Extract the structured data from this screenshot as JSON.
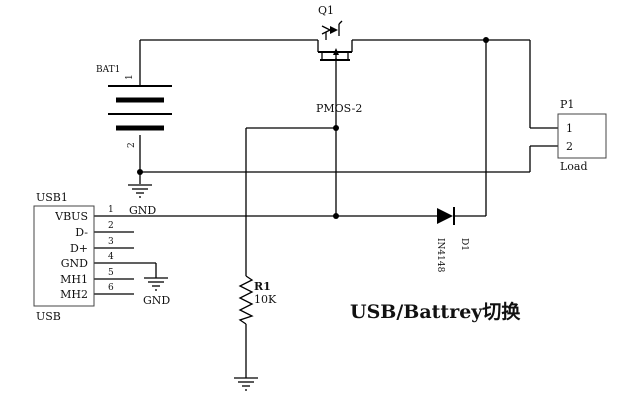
{
  "title": "USB/Battrey切换",
  "components": {
    "q1": {
      "ref": "Q1",
      "value": "PMOS-2"
    },
    "bat1": {
      "ref": "BAT1",
      "pin1": "1",
      "pin2": "2"
    },
    "p1": {
      "ref": "P1",
      "pin1": "1",
      "pin2": "2",
      "value": "Load"
    },
    "usb1": {
      "ref": "USB1",
      "footer": "USB",
      "pins": [
        {
          "name": "VBUS",
          "num": "1"
        },
        {
          "name": "D-",
          "num": "2"
        },
        {
          "name": "D+",
          "num": "3"
        },
        {
          "name": "GND",
          "num": "4"
        },
        {
          "name": "MH1",
          "num": "5"
        },
        {
          "name": "MH2",
          "num": "6"
        }
      ]
    },
    "d1": {
      "ref": "D1",
      "value": "IN4148"
    },
    "r1": {
      "ref": "R1",
      "value": "10K"
    }
  },
  "gnd": {
    "label": "GND"
  }
}
